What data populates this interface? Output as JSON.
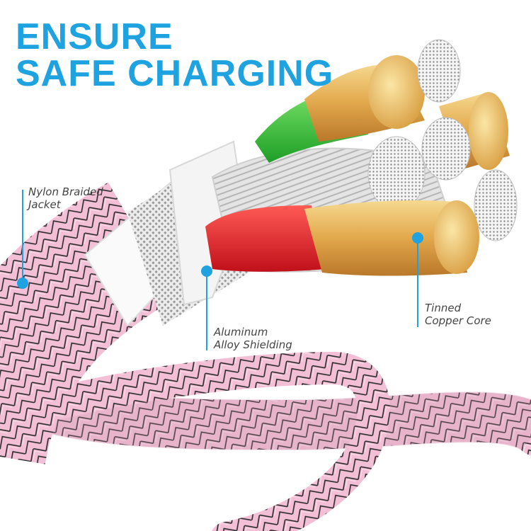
{
  "headline": {
    "line1": "ENSURE",
    "line2": "SAFE CHARGING",
    "color": "#1fa3e0"
  },
  "callouts": [
    {
      "line1": "Nylon Braided",
      "line2": "Jacket"
    },
    {
      "line1": "Aluminum",
      "line2": "Alloy Shielding"
    },
    {
      "line1": "Tinned",
      "line2": "Copper Core"
    }
  ],
  "colors": {
    "accent": "#1fa3e0",
    "braid": "#f3bfd6",
    "copper": "#e7b45a",
    "red_insulation": "#e8202a",
    "green_insulation": "#3cc83a",
    "white_insulation": "#f2f2f2"
  }
}
